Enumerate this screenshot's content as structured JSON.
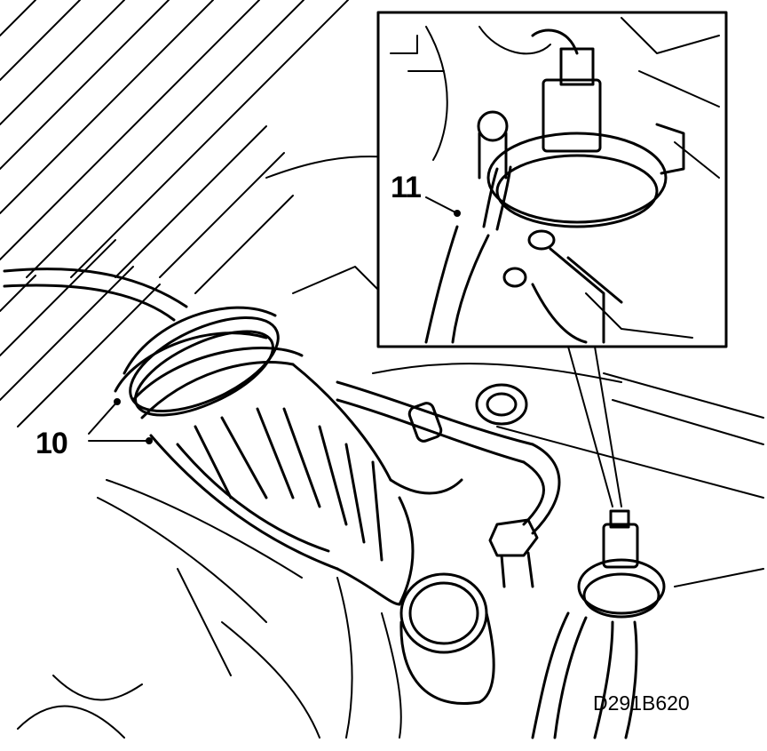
{
  "callouts": {
    "hose_clamp": "10",
    "hose_fitting": "11"
  },
  "drawing_code": "D291B620",
  "colors": {
    "ink": "#000000",
    "paper": "#ffffff"
  }
}
